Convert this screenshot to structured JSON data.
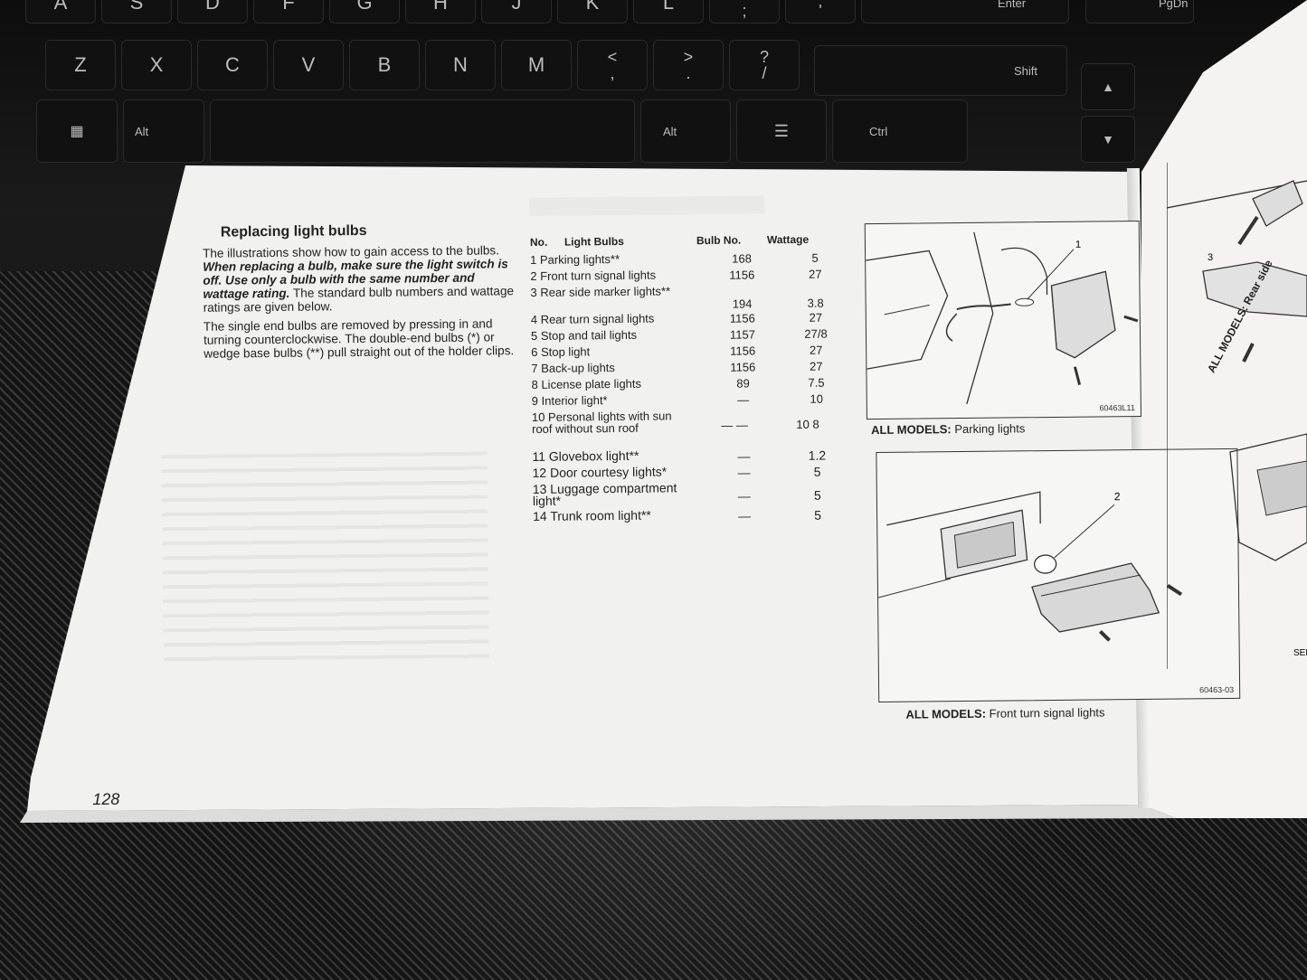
{
  "keyboard": {
    "row1": [
      "A",
      "S",
      "D",
      "F",
      "G",
      "H",
      "J",
      "K",
      "L"
    ],
    "row2": [
      "Z",
      "X",
      "C",
      "V",
      "B",
      "N",
      "M"
    ],
    "keys": {
      "enter": "Enter",
      "pgdn": "PgDn",
      "shift": "Shift",
      "alt": "Alt",
      "ctrl": "Ctrl",
      "lt": "<",
      "comma": ",",
      "gt": ">",
      "period": ".",
      "question": "?",
      "slash": "/",
      "colon": ":",
      "semicolon": ";",
      "quote_top": "\"",
      "quote_bottom": "'"
    }
  },
  "page": {
    "number": "128",
    "heading": "Replacing light bulbs",
    "intro_p1_a": "The illustrations show how to gain access to the bulbs. ",
    "intro_p1_b": "When replacing a bulb, make sure the light switch is off. Use only a bulb with the same number and wattage rating.",
    "intro_p1_c": " The standard bulb numbers and wattage ratings are given below.",
    "intro_p2": "The single end bulbs are removed by pressing in and turning counterclockwise. The double-end bulbs (*) or wedge base bulbs (**) pull straight out of the holder clips."
  },
  "table": {
    "headers": {
      "no": "No.",
      "name": "Light Bulbs",
      "bulb": "Bulb No.",
      "watt": "Wattage"
    },
    "rows": [
      {
        "name": "1  Parking lights**",
        "bulb": "168",
        "watt": "5"
      },
      {
        "name": "2  Front turn signal lights",
        "bulb": "1156",
        "watt": "27"
      },
      {
        "name": "3  Rear side marker lights**",
        "bulb": "194",
        "watt": "3.8"
      },
      {
        "name": "4  Rear turn signal lights",
        "bulb": "1156",
        "watt": "27"
      },
      {
        "name": "5  Stop and tail lights",
        "bulb": "1157",
        "watt": "27/8"
      },
      {
        "name": "6  Stop light",
        "bulb": "1156",
        "watt": "27"
      },
      {
        "name": "7  Back-up lights",
        "bulb": "1156",
        "watt": "27"
      },
      {
        "name": "8  License plate lights",
        "bulb": "89",
        "watt": "7.5"
      },
      {
        "name": "9  Interior light*",
        "bulb": "—",
        "watt": "10"
      },
      {
        "name": "10 Personal lights with sun roof without sun roof",
        "bulb": "—  —",
        "watt": "10  8"
      },
      {
        "name": "11 Glovebox light**",
        "bulb": "—",
        "watt": "1.2"
      },
      {
        "name": "12 Door courtesy lights*",
        "bulb": "—",
        "watt": "5"
      },
      {
        "name": "13 Luggage compartment light*",
        "bulb": "—",
        "watt": "5"
      },
      {
        "name": "14 Trunk room light**",
        "bulb": "—",
        "watt": "5"
      }
    ]
  },
  "figures": {
    "fig1": {
      "code": "60463L11",
      "callout": "1",
      "caption_bold": "ALL MODELS:",
      "caption_text": " Parking lights"
    },
    "fig2": {
      "code": "60463-03",
      "callout": "2",
      "caption_bold": "ALL MODELS:",
      "caption_text": " Front turn signal lights"
    },
    "fig3": {
      "callout": "3",
      "caption": "ALL MODELS: Rear side",
      "code": "SEDA"
    }
  }
}
